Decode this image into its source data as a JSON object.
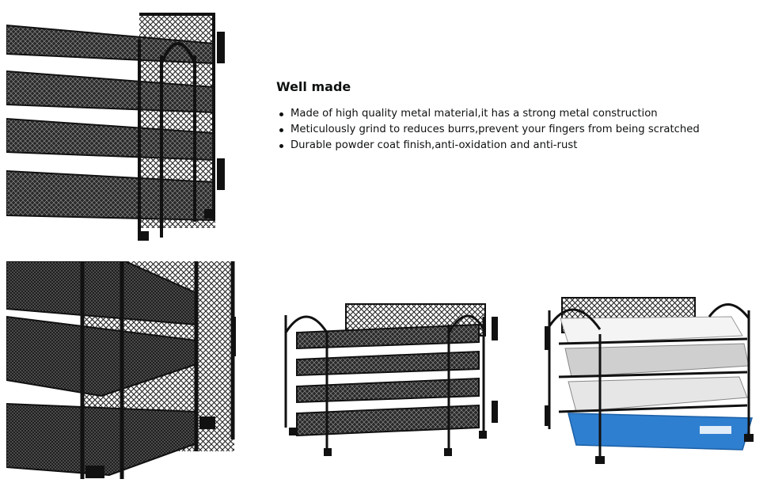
{
  "feature": {
    "heading": "Well made",
    "bullets": [
      "Made of high quality metal material,it has a strong metal construction",
      "Meticulously grind to reduces burrs,prevent your fingers from being scratched",
      "Durable powder coat finish,anti-oxidation and anti-rust"
    ]
  },
  "colors": {
    "text": "#0f1111",
    "metal": "#1a1a1a",
    "folder_blue": "#2f7fd0",
    "paper": "#e9e9e9"
  }
}
